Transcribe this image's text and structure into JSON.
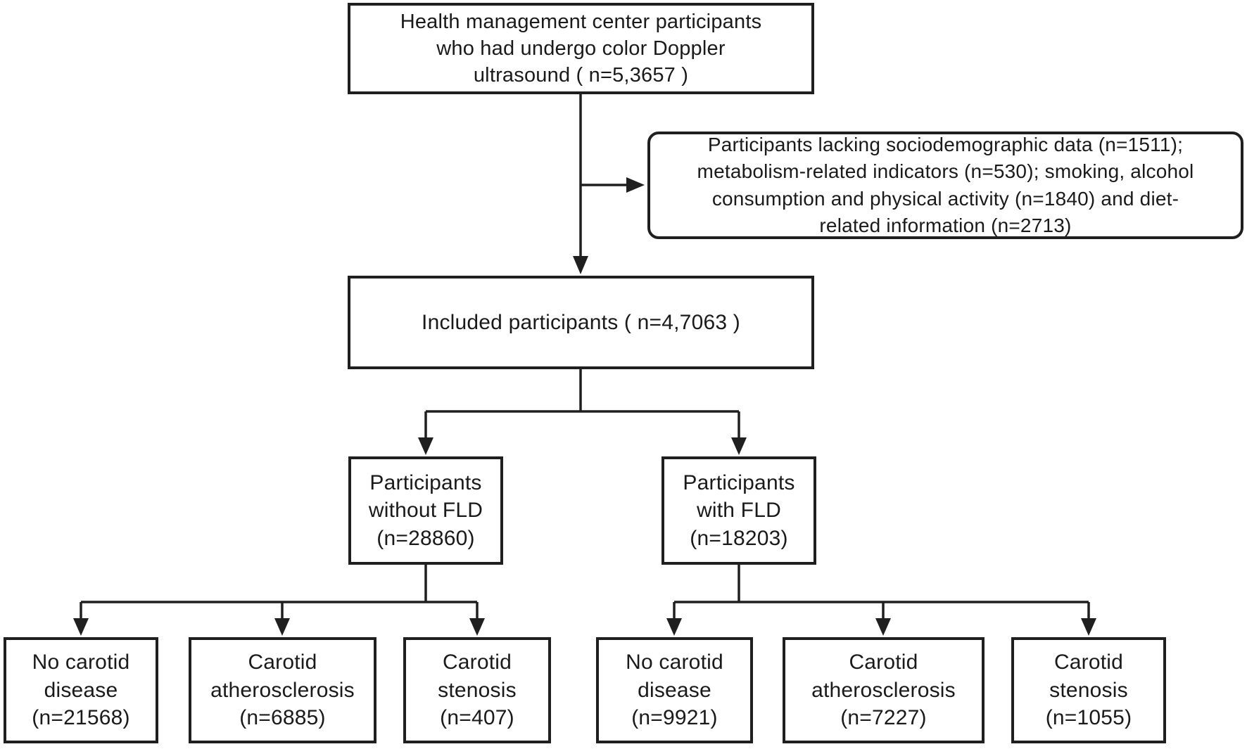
{
  "diagram": {
    "type": "flowchart",
    "description": "Participant selection flow diagram",
    "colors": {
      "line": "#1f1f1f",
      "text": "#1a1a1a",
      "background": "#ffffff"
    },
    "nodes": {
      "top_population": {
        "label": "Health management center participants\nwho had undergo color Doppler\nultrasound ( n=5,3657 )",
        "n": "5,3657"
      },
      "excluded": {
        "label": "Participants lacking sociodemographic data (n=1511);\nmetabolism-related indicators (n=530); smoking, alcohol\nconsumption and physical activity (n=1840) and diet-\nrelated information (n=2713)",
        "n_sociodemographic": 1511,
        "n_metabolism": 530,
        "n_lifestyle": 1840,
        "n_diet": 2713
      },
      "included": {
        "label": "Included participants ( n=4,7063 )",
        "n": "4,7063"
      },
      "without_fld": {
        "label": "Participants\nwithout FLD\n(n=28860)",
        "n": 28860
      },
      "with_fld": {
        "label": "Participants\nwith FLD\n(n=18203)",
        "n": 18203
      },
      "without_fld_no_disease": {
        "label": "No carotid\ndisease\n(n=21568)",
        "n": 21568
      },
      "without_fld_atherosclerosis": {
        "label": "Carotid\natherosclerosis\n(n=6885)",
        "n": 6885
      },
      "without_fld_stenosis": {
        "label": "Carotid\nstenosis\n(n=407)",
        "n": 407
      },
      "with_fld_no_disease": {
        "label": "No carotid\ndisease\n(n=9921)",
        "n": 9921
      },
      "with_fld_atherosclerosis": {
        "label": "Carotid\natherosclerosis\n(n=7227)",
        "n": 7227
      },
      "with_fld_stenosis": {
        "label": "Carotid\nstenosis\n(n=1055)",
        "n": 1055
      }
    }
  }
}
